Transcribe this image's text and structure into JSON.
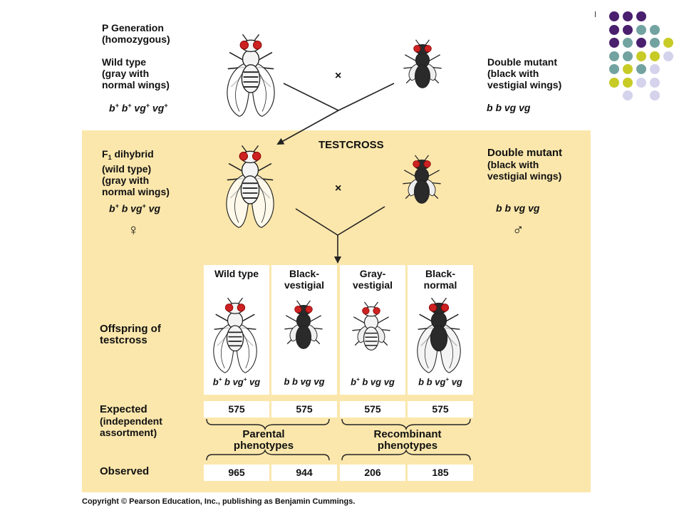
{
  "colors": {
    "panel": "#fbe7ac",
    "dot_purple": "#4a1f6e",
    "dot_teal": "#73a3a0",
    "dot_yellow": "#c8cb26",
    "dot_lavender": "#d5d2ec",
    "eye_red": "#cc2222"
  },
  "dot_grid": [
    [
      "purple",
      "purple",
      "purple",
      null,
      null
    ],
    [
      "purple",
      "purple",
      "teal",
      "teal",
      null
    ],
    [
      "purple",
      "teal",
      "purple",
      "teal",
      "yellow"
    ],
    [
      "teal",
      "teal",
      "yellow",
      "yellow",
      "lavender"
    ],
    [
      "teal",
      "yellow",
      "teal",
      "lavender",
      null
    ],
    [
      "yellow",
      "yellow",
      "lavender",
      "lavender",
      null
    ],
    [
      null,
      "lavender",
      null,
      "lavender",
      null
    ]
  ],
  "p_generation": {
    "title": "P Generation",
    "subtitle": "(homozygous)",
    "left": {
      "lines": [
        "Wild type",
        "(gray with",
        "normal wings)"
      ],
      "genotype": [
        "b",
        "+",
        " b",
        "+",
        " vg",
        "+",
        " vg",
        "+"
      ]
    },
    "cross": "×",
    "right": {
      "lines": [
        "Double mutant",
        "(black with",
        "vestigial wings)"
      ],
      "genotype": "b b vg vg"
    }
  },
  "testcross": {
    "title": "TESTCROSS",
    "left": {
      "line1_a": "F",
      "line1_sub": "1",
      "line1_b": " dihybrid",
      "lines": [
        "(wild type)",
        "(gray with",
        "normal wings)"
      ],
      "genotype": [
        "b",
        "+",
        " b vg",
        "+",
        " vg"
      ],
      "sex": "♀"
    },
    "cross": "×",
    "right": {
      "lines": [
        "Double mutant",
        "(black with",
        "vestigial wings)"
      ],
      "genotype": "b b vg vg",
      "sex": "♂"
    }
  },
  "offspring": {
    "label": [
      "Offspring of",
      "testcross"
    ],
    "columns": [
      {
        "title": [
          "Wild type",
          ""
        ],
        "genotype": [
          "b",
          "+",
          " b vg",
          "+",
          " vg"
        ],
        "fly": "gray-normal"
      },
      {
        "title": [
          "Black-",
          "vestigial"
        ],
        "genotype": [
          "b b vg vg",
          "",
          "",
          "",
          ""
        ],
        "fly": "black-vestigial"
      },
      {
        "title": [
          "Gray-",
          "vestigial"
        ],
        "genotype": [
          "b",
          "+",
          " b vg vg",
          "",
          ""
        ],
        "fly": "gray-vestigial"
      },
      {
        "title": [
          "Black-",
          "normal"
        ],
        "genotype": [
          "b b vg",
          "+",
          " vg",
          "",
          ""
        ],
        "fly": "black-normal"
      }
    ]
  },
  "expected": {
    "label": [
      "Expected",
      "(independent",
      "assortment)"
    ],
    "values": [
      "575",
      "575",
      "575",
      "575"
    ]
  },
  "groups": {
    "parental": [
      "Parental",
      "phenotypes"
    ],
    "recombinant": [
      "Recombinant",
      "phenotypes"
    ]
  },
  "observed": {
    "label": "Observed",
    "values": [
      "965",
      "944",
      "206",
      "185"
    ]
  },
  "copyright": "Copyright © Pearson Education, Inc., publishing as Benjamin Cummings."
}
